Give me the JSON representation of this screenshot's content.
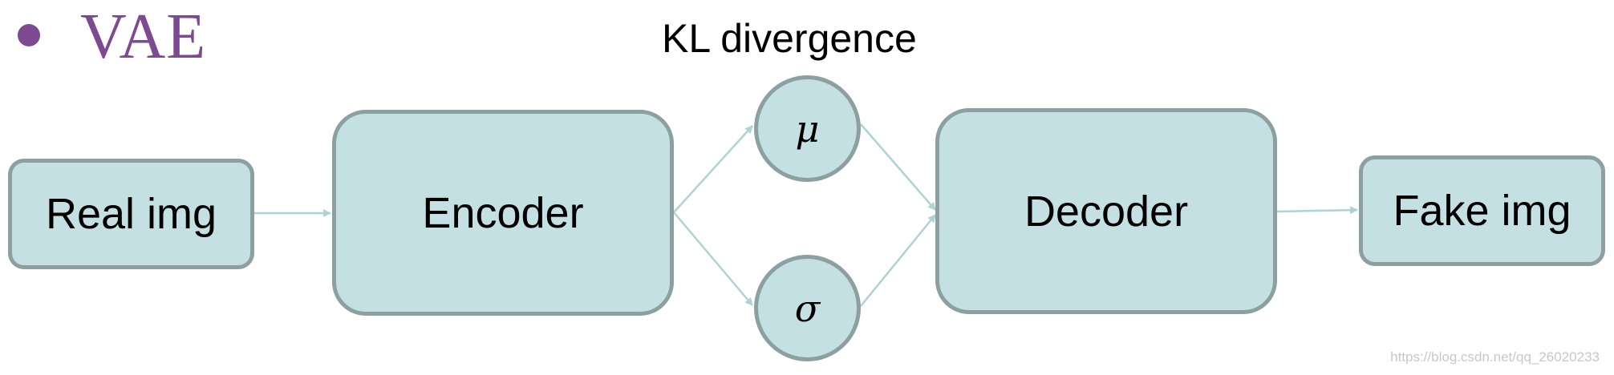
{
  "heading": {
    "title": "VAE"
  },
  "nodes": {
    "real_img": "Real img",
    "encoder": "Encoder",
    "mu": "μ",
    "sigma": "σ",
    "decoder": "Decoder",
    "fake_img": "Fake img"
  },
  "annotations": {
    "kl_divergence": "KL divergence"
  },
  "watermark": "https://blog.csdn.net/qq_26020233",
  "colors": {
    "node_fill": "#c4e0e2",
    "node_border": "#8c9fa1",
    "arrow": "#aed3d6",
    "heading": "#7d4a91"
  }
}
